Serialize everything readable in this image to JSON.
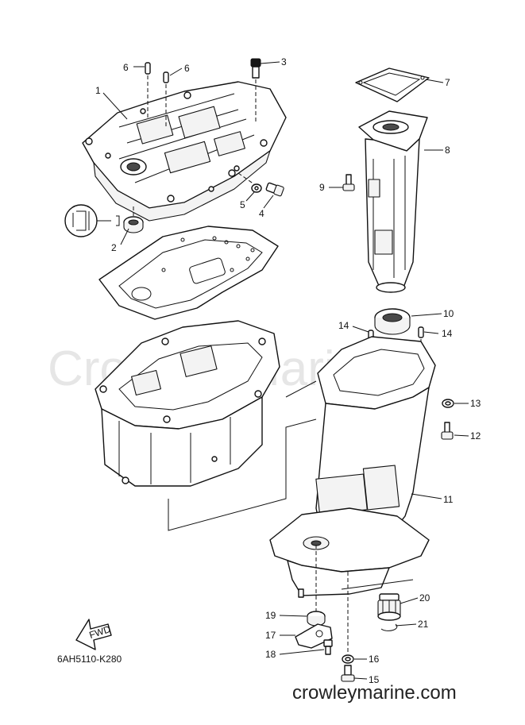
{
  "watermark": "Crowley Marine",
  "site_label": "crowleymarine.com",
  "diagram_code": "6AH5110-K280",
  "fwd_label": "FWD",
  "callouts": [
    "1",
    "2",
    "3",
    "4",
    "5",
    "6",
    "6",
    "7",
    "8",
    "9",
    "10",
    "11",
    "12",
    "13",
    "14",
    "14",
    "15",
    "16",
    "17",
    "18",
    "19",
    "20",
    "21"
  ]
}
